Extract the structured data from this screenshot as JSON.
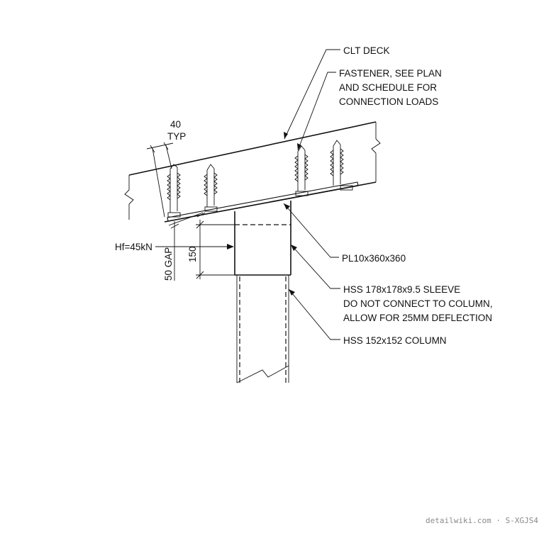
{
  "labels": {
    "clt_deck": "CLT DECK",
    "fastener_1": "FASTENER, SEE PLAN",
    "fastener_2": "AND SCHEDULE FOR",
    "fastener_3": "CONNECTION LOADS",
    "plate": "PL10x360x360",
    "sleeve_1": "HSS 178x178x9.5 SLEEVE",
    "sleeve_2": "DO NOT CONNECT TO COLUMN,",
    "sleeve_3": "ALLOW FOR 25MM DEFLECTION",
    "column": "HSS 152x152 COLUMN"
  },
  "dimensions": {
    "spacing_value": "40",
    "spacing_note": "TYP",
    "load": "Hf=45kN",
    "sleeve_length": "150",
    "gap": "50 GAP"
  },
  "watermark": "detailwiki.com · S-XGJS4"
}
